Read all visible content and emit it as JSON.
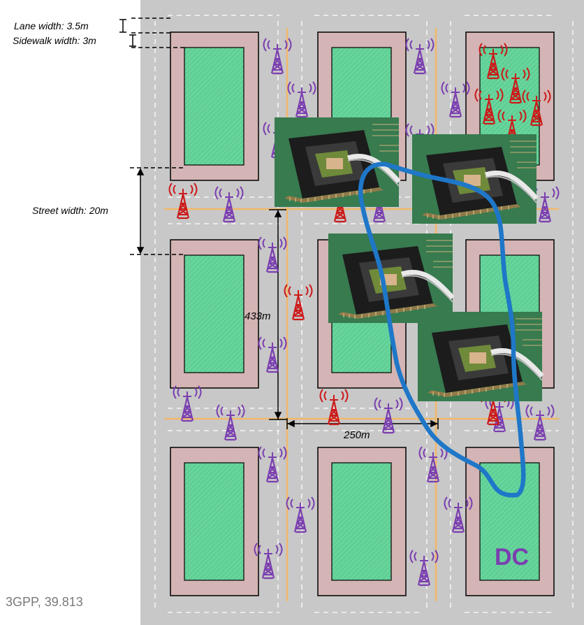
{
  "labels": {
    "lane_width": "Lane width: 3.5m",
    "sidewalk_width": "Sidewalk width: 3m",
    "street_width": "Street width: 20m",
    "distance_vertical": "433m",
    "distance_horizontal": "250m",
    "data_center": "DC",
    "citation": "3GPP, 39.813"
  },
  "colors": {
    "road": "#c8c8c8",
    "sidewalk": "#d4b4b4",
    "park": "#5fcf95",
    "tower_macro": "#cc1a1a",
    "tower_small": "#7b3fb0",
    "route": "#1f77c8",
    "lane_marking": "#f2b86b"
  },
  "icons": {
    "cell_tower": "cell-tower-icon",
    "chip_photo": "chip-photo-icon"
  }
}
